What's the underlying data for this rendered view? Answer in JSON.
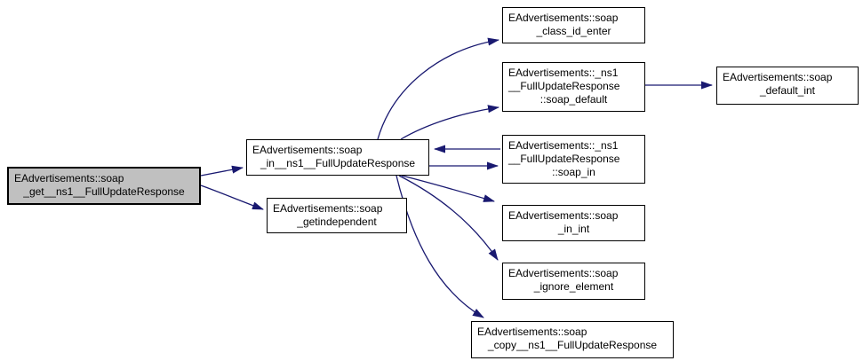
{
  "graph": {
    "kind": "function-call-graph",
    "edge_color": "#191970",
    "node_fill": "#ffffff",
    "focus_node_fill": "#c0c0c0",
    "border_color": "#000000",
    "text_color": "#000000"
  },
  "nodes": [
    {
      "id": "soap_get__ns1__FullUpdateResponse",
      "label": "EAdvertisements::soap_get__ns1__FullUpdateResponse",
      "lines": [
        "EAdvertisements::soap",
        "_get__ns1__FullUpdateResponse"
      ],
      "focused": true
    },
    {
      "id": "soap_in__ns1__FullUpdateResponse",
      "label": "EAdvertisements::soap_in__ns1__FullUpdateResponse",
      "lines": [
        "EAdvertisements::soap",
        "_in__ns1__FullUpdateResponse"
      ]
    },
    {
      "id": "soap_getindependent",
      "label": "EAdvertisements::soap_getindependent",
      "lines": [
        "EAdvertisements::soap",
        "_getindependent"
      ]
    },
    {
      "id": "soap_class_id_enter",
      "label": "EAdvertisements::soap_class_id_enter",
      "lines": [
        "EAdvertisements::soap",
        "_class_id_enter"
      ]
    },
    {
      "id": "_ns1__FullUpdateResponse::soap_default",
      "label": "EAdvertisements::_ns1__FullUpdateResponse::soap_default",
      "lines": [
        "EAdvertisements::_ns1",
        "__FullUpdateResponse",
        "::soap_default"
      ]
    },
    {
      "id": "_ns1__FullUpdateResponse::soap_in",
      "label": "EAdvertisements::_ns1__FullUpdateResponse::soap_in",
      "lines": [
        "EAdvertisements::_ns1",
        "__FullUpdateResponse",
        "::soap_in"
      ]
    },
    {
      "id": "soap_in_int",
      "label": "EAdvertisements::soap_in_int",
      "lines": [
        "EAdvertisements::soap",
        "_in_int"
      ]
    },
    {
      "id": "soap_ignore_element",
      "label": "EAdvertisements::soap_ignore_element",
      "lines": [
        "EAdvertisements::soap",
        "_ignore_element"
      ]
    },
    {
      "id": "soap_copy__ns1__FullUpdateResponse",
      "label": "EAdvertisements::soap_copy__ns1__FullUpdateResponse",
      "lines": [
        "EAdvertisements::soap",
        "_copy__ns1__FullUpdateResponse"
      ]
    },
    {
      "id": "soap_default_int",
      "label": "EAdvertisements::soap_default_int",
      "lines": [
        "EAdvertisements::soap",
        "_default_int"
      ]
    }
  ],
  "edges": [
    {
      "from": "soap_get__ns1__FullUpdateResponse",
      "to": "soap_in__ns1__FullUpdateResponse"
    },
    {
      "from": "soap_get__ns1__FullUpdateResponse",
      "to": "soap_getindependent"
    },
    {
      "from": "soap_in__ns1__FullUpdateResponse",
      "to": "soap_class_id_enter"
    },
    {
      "from": "soap_in__ns1__FullUpdateResponse",
      "to": "_ns1__FullUpdateResponse::soap_default"
    },
    {
      "from": "soap_in__ns1__FullUpdateResponse",
      "to": "_ns1__FullUpdateResponse::soap_in"
    },
    {
      "from": "_ns1__FullUpdateResponse::soap_in",
      "to": "soap_in__ns1__FullUpdateResponse"
    },
    {
      "from": "soap_in__ns1__FullUpdateResponse",
      "to": "soap_in_int"
    },
    {
      "from": "soap_in__ns1__FullUpdateResponse",
      "to": "soap_ignore_element"
    },
    {
      "from": "soap_in__ns1__FullUpdateResponse",
      "to": "soap_copy__ns1__FullUpdateResponse"
    },
    {
      "from": "_ns1__FullUpdateResponse::soap_default",
      "to": "soap_default_int"
    }
  ]
}
